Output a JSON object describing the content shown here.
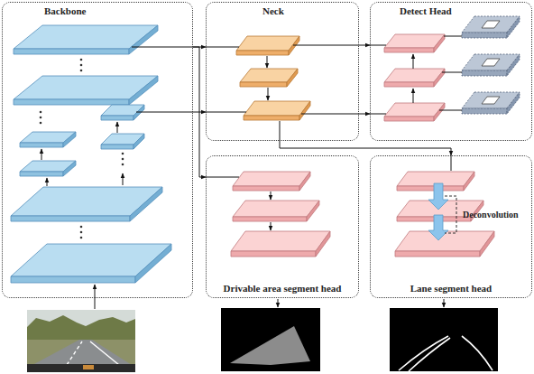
{
  "diagram": {
    "nodes": [
      {
        "text": [
          "Backbone"
        ]
      },
      {
        "text": [
          "Neck"
        ]
      },
      {
        "text": [
          "Detect Head"
        ]
      },
      {
        "text": [
          "Drivable area segment head"
        ]
      },
      {
        "text": [
          "Lane segment head"
        ]
      }
    ],
    "edges": [
      {
        "from": 0,
        "to": 1,
        "arrow": "to"
      },
      {
        "from": 0,
        "to": 1,
        "arrow": "to"
      },
      {
        "from": 1,
        "to": 2,
        "arrow": "to"
      },
      {
        "from": 1,
        "to": 2,
        "arrow": "to"
      },
      {
        "from": 0,
        "to": 3,
        "arrow": "to"
      },
      {
        "from": 1,
        "to": 4,
        "arrow": "to"
      }
    ],
    "labels": [
      "Deconvolution"
    ]
  }
}
